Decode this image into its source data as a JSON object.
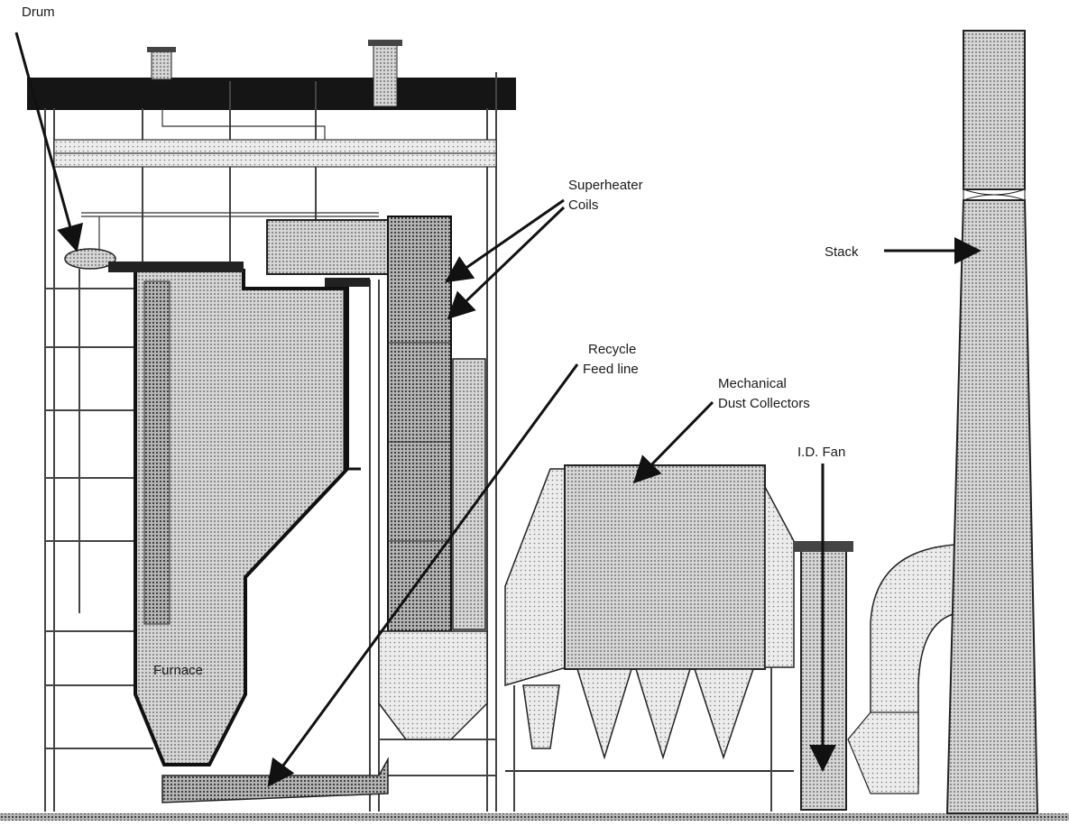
{
  "labels": {
    "drum": "Drum",
    "superheater_line1": "Superheater",
    "superheater_line2": "Coils",
    "stack": "Stack",
    "recycle_line1": "Recycle",
    "recycle_line2": "Feed line",
    "dust_line1": "Mechanical",
    "dust_line2": "Dust Collectors",
    "fan": "I.D. Fan",
    "furnace": "Furnace"
  },
  "colors": {
    "ink": "#222222",
    "shade_dark": "#9a9a9a",
    "shade_mid": "#c2c2c2",
    "shade_light": "#dcdcdc",
    "background": "#ffffff"
  }
}
